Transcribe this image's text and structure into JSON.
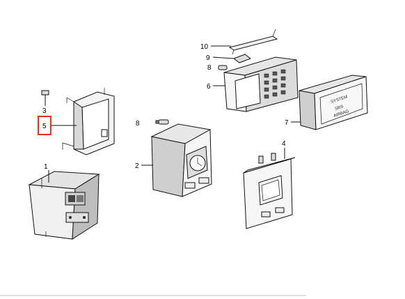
{
  "callouts": {
    "c1": "1",
    "c2": "2",
    "c3": "3",
    "c4": "4",
    "c5": "5",
    "c6": "6",
    "c7": "7",
    "c8a": "8",
    "c8b": "8",
    "c9": "9",
    "c10": "10"
  },
  "airbag_label": {
    "line1": "SYSTEM",
    "line2": "SRS",
    "line3": "AIRBAG"
  },
  "colors": {
    "highlight": "#e8321e",
    "line": "#111111"
  }
}
